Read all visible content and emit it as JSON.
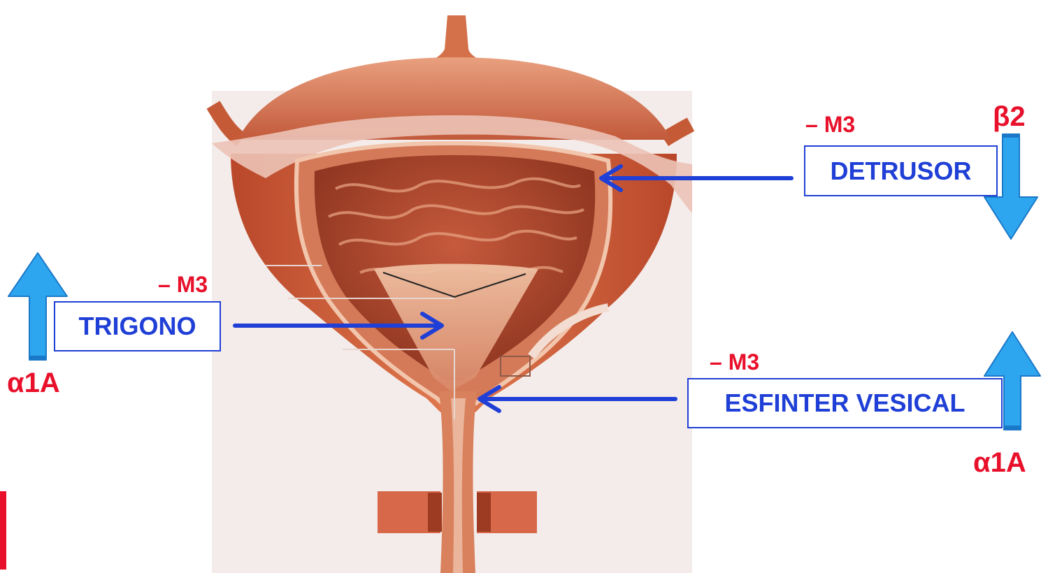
{
  "labels": {
    "detrusor": "DETRUSOR",
    "trigono": "TRIGONO",
    "esfinter": "ESFINTER VESICAL"
  },
  "muscarinic": {
    "detrusor": "– M3",
    "trigono": "– M3",
    "esfinter": "– M3"
  },
  "adrenergic": {
    "detrusor": "β2",
    "trigono": "α1A",
    "esfinter": "α1A"
  },
  "arrow_directions": {
    "detrusor": "down",
    "trigono": "up",
    "esfinter": "up"
  },
  "colors": {
    "label_text": "#1f3fd6",
    "pointer_arrow": "#1f3fd6",
    "receptor_text": "#e8102a",
    "big_arrow_fill": "#2ea6ef",
    "big_arrow_stroke": "#1a78c8",
    "tissue_outer": "#d7693f",
    "tissue_inner": "#b2452c",
    "peritoneum": "#ecc3b6"
  }
}
